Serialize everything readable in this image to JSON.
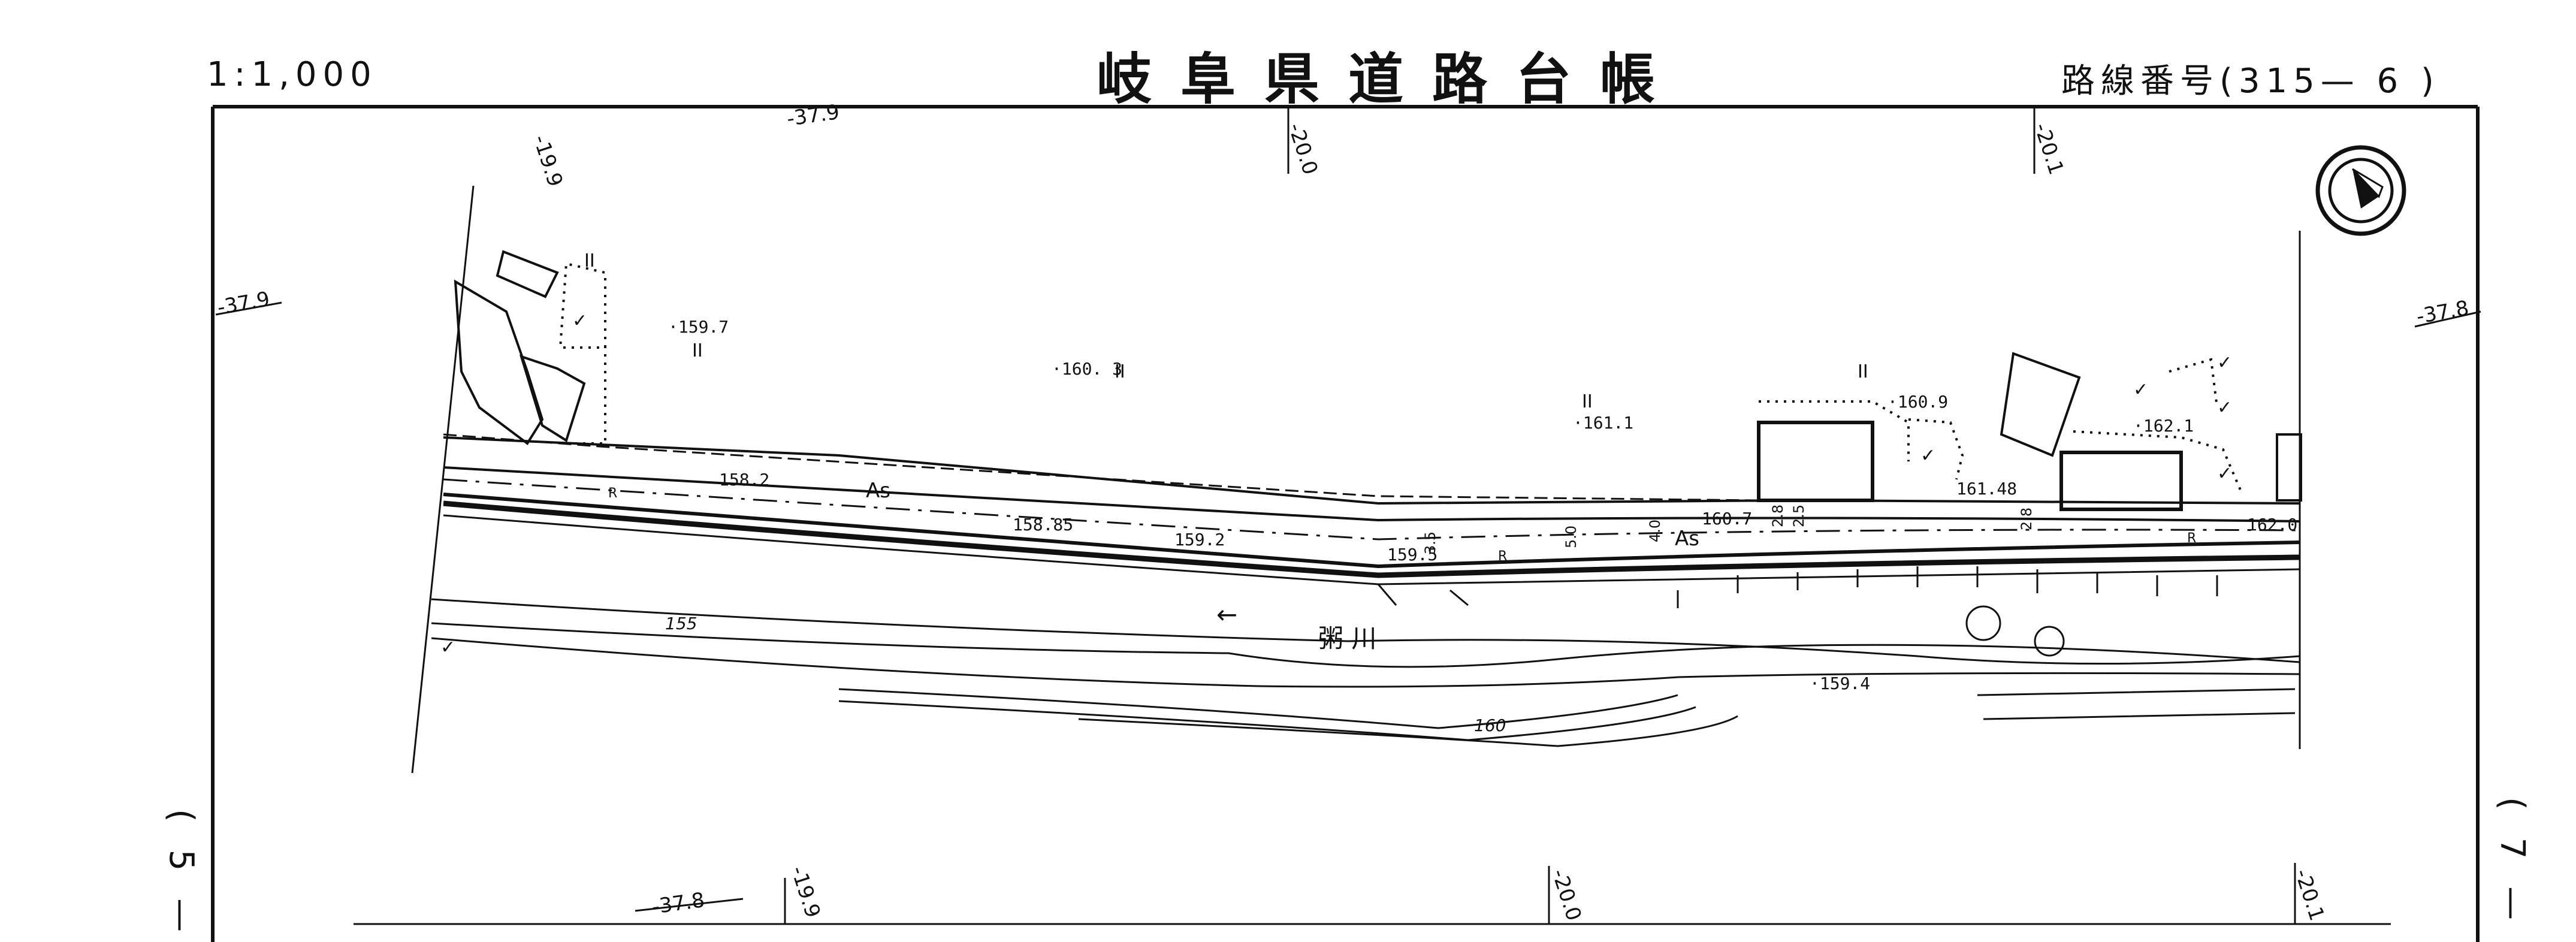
{
  "header": {
    "scale": "1:1,000",
    "title": "岐阜県道路台帳",
    "route_number": "路線番号(315— 6 )"
  },
  "side_labels": {
    "left": "( 5 —",
    "right": "( 7 —"
  },
  "map": {
    "north_arrow": "north-arrow-icon",
    "grid_labels": {
      "top_left_1": "-19.9",
      "top_left_2": "-37.9",
      "top_mid": "-20.0",
      "top_right": "-20.1",
      "left_edge": "-37.9",
      "right_edge": "-37.8",
      "bottom_1": "-37.8",
      "bottom_2": "-19.9",
      "bottom_3": "-20.0",
      "bottom_4": "-20.1"
    },
    "elevations": {
      "e1": "·159.7",
      "e2": "·160. 3",
      "e3": "·161.1",
      "e4": "·160.9",
      "e5": "·162.1",
      "e6": "158.2",
      "e7": "158.85",
      "e8": "159.2",
      "e9": "159.5",
      "e10": "160.7",
      "e11": "161.48",
      "e12": "162.0",
      "e13": "·159.4"
    },
    "road_labels": {
      "as1": "As",
      "as2": "As",
      "r1": "R",
      "r2": "R",
      "r3": "R"
    },
    "widths": {
      "w1": "3.5",
      "w2": "5.0",
      "w3": "4.0",
      "w4": "2.8",
      "w5": "2.5",
      "w6": "2.8"
    },
    "river_name": "粥 川",
    "contours": {
      "c155": "155",
      "c160": "160"
    },
    "marks": {
      "ii": "II",
      "ok": "✓",
      "arrow": "←"
    }
  }
}
